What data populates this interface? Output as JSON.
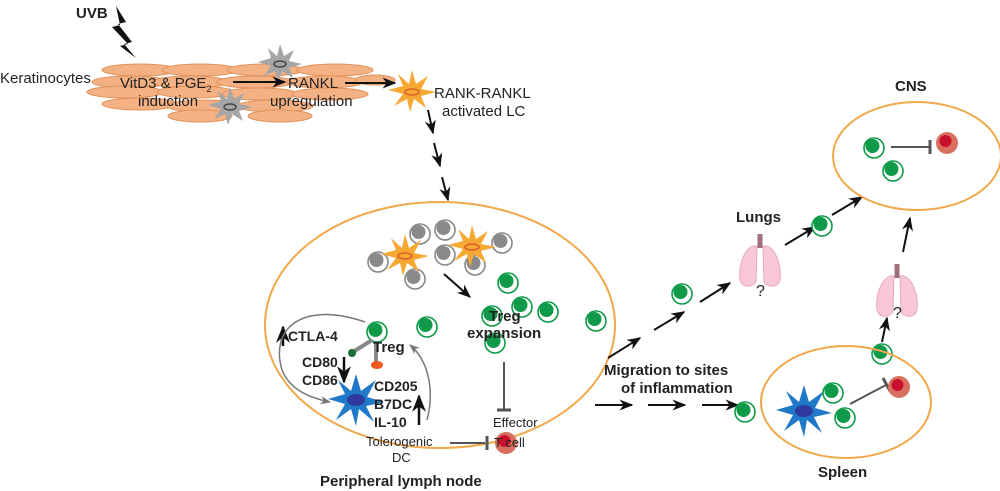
{
  "labels": {
    "uvb": "UVB",
    "keratinocytes": "Keratinocytes",
    "vitd3_line1": "VitD3 & PGE",
    "vitd3_sub": "2",
    "vitd3_line2": "induction",
    "rankl_line1": "RANKL",
    "rankl_line2": "upregulation",
    "lc_line1": "RANK-RANKL",
    "lc_line2": "activated LC",
    "ctla4": "CTLA-4",
    "treg": "Treg",
    "cd80": "CD80",
    "cd86": "CD86",
    "cd205": "CD205",
    "b7dc": "B7DC",
    "il10": "IL-10",
    "tolerogenic_line1": "Tolerogenic",
    "tolerogenic_line2": "DC",
    "treg_expansion_line1": "Treg",
    "treg_expansion_line2": "expansion",
    "effector_line1": "Effector",
    "effector_line2": "T cell",
    "lymph_node": "Peripheral lymph node",
    "migration_line1": "Migration to sites",
    "migration_line2": "of inflammation",
    "lungs": "Lungs",
    "question1": "?",
    "question2": "?",
    "cns": "CNS",
    "spleen": "Spleen"
  },
  "colors": {
    "keratinocyte": "#f4b183",
    "keratinocyte_stroke": "#e0925a",
    "organ_outline": "#f0a84a",
    "lc_orange": "#f7a833",
    "resting_lc_gray": "#a6a6a6",
    "treg_green": "#0e9a48",
    "tolerogenic_dc_blue": "#1f78c8",
    "dc_nucleus": "#2e3a9e",
    "effector_red": "#d9534f",
    "effector_core": "#c8102e",
    "lung_pink": "#f8c8d8",
    "arrow": "#111111",
    "gray_arrow": "#777777"
  }
}
